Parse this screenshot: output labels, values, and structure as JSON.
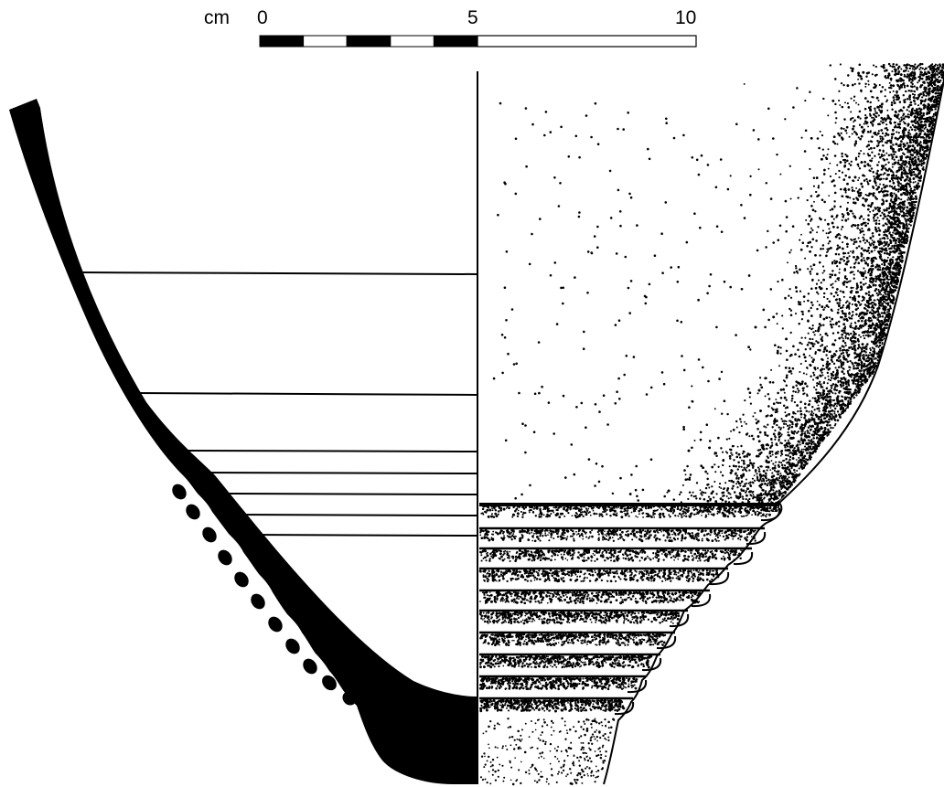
{
  "scale_bar": {
    "unit": "cm",
    "labels": [
      "0",
      "5",
      "10"
    ],
    "colors": {
      "dark": "#000000",
      "light": "#ffffff"
    }
  },
  "drawing": {
    "section_fill": "#000000",
    "line_color": "#000000",
    "paper_color": "#ffffff"
  }
}
